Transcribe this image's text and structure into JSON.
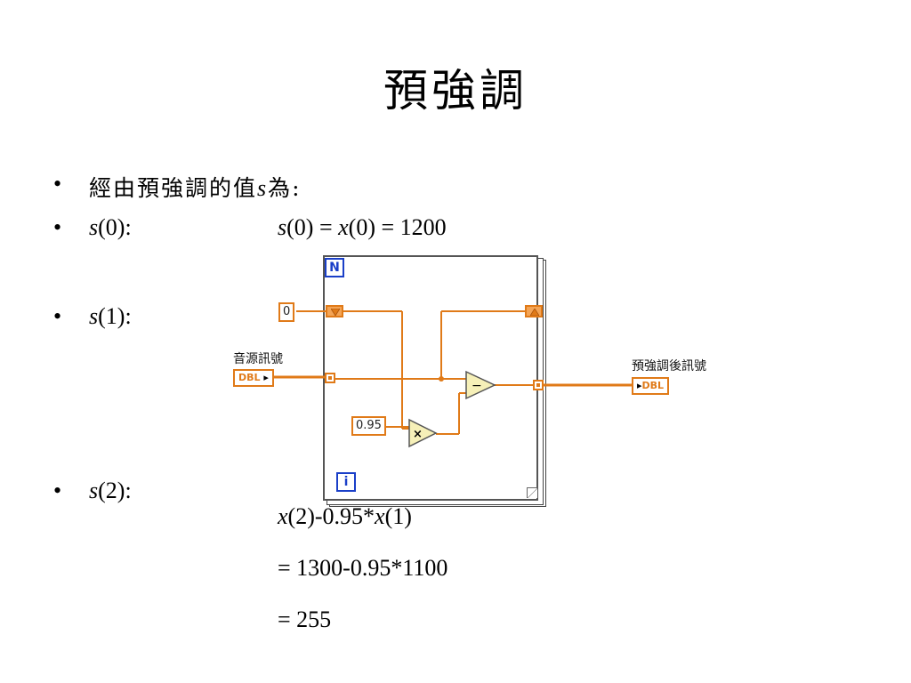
{
  "slide": {
    "title": "預強調",
    "bullet_symbol": "•",
    "bullets": [
      {
        "pre": "經由預強調的值",
        "var": "s",
        "post": "為:"
      },
      {
        "var": "s",
        "post": "(0):"
      },
      {
        "var": "s",
        "post": "(1):"
      },
      {
        "var": "s",
        "post": "(2):"
      }
    ],
    "equations": {
      "s0": {
        "v1": "s",
        "t1": "(0) = ",
        "v2": "x",
        "t2": "(0) =  1200"
      },
      "s2_line1": {
        "v1": "x",
        "t1": "(2)-0.95*",
        "v2": "x",
        "t2": "(1)"
      },
      "s2_line2": "= 1300-0.95*1100",
      "s2_line3": "= 255"
    }
  },
  "diagram": {
    "loop_count_label": "N",
    "loop_iteration_label": "i",
    "init_constant": "0",
    "coef_constant": "0.95",
    "input_label": "音源訊號",
    "input_type": "DBL",
    "output_label": "預強調後訊號",
    "output_type": "DBL",
    "multiply_symbol": "×",
    "subtract_symbol": "−",
    "wire_color": "#e07a18",
    "frame_color": "#1a3fc8"
  }
}
